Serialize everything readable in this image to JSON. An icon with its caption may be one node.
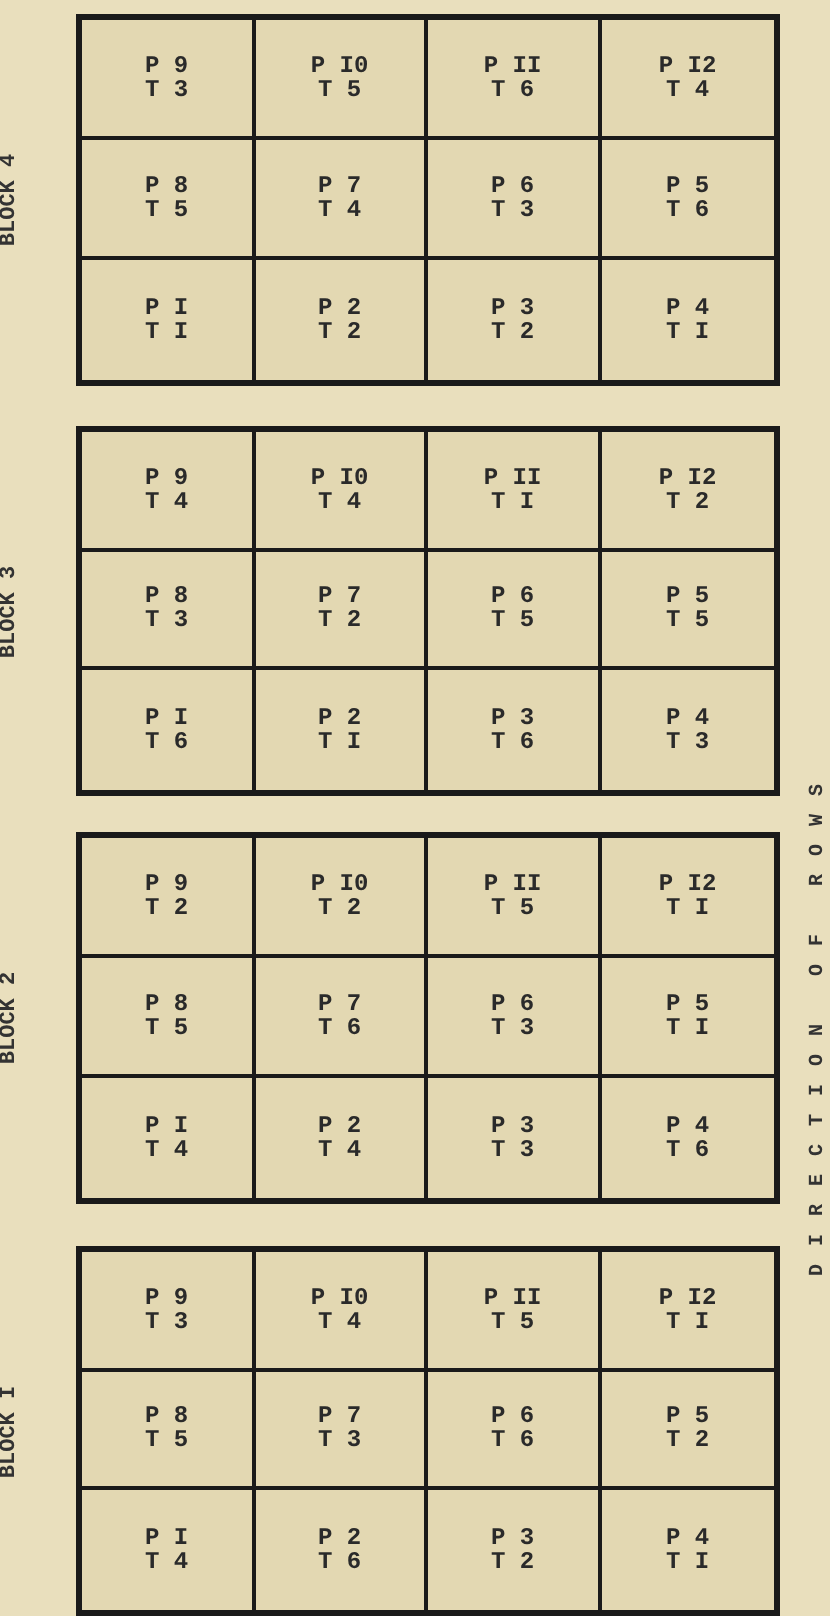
{
  "diagram": {
    "nodes": [
      {
        "text": [
          "BLOCK 4"
        ]
      },
      {
        "text": [
          "P 9",
          "T 3"
        ],
        "in": 0
      },
      {
        "text": [
          "P I0",
          "T 5"
        ],
        "in": 0
      },
      {
        "text": [
          "P II",
          "T 6"
        ],
        "in": 0
      },
      {
        "text": [
          "P I2",
          "T 4"
        ],
        "in": 0
      },
      {
        "text": [
          "P 8",
          "T 5"
        ],
        "in": 0
      },
      {
        "text": [
          "P 7",
          "T 4"
        ],
        "in": 0
      },
      {
        "text": [
          "P 6",
          "T 3"
        ],
        "in": 0
      },
      {
        "text": [
          "P 5",
          "T 6"
        ],
        "in": 0
      },
      {
        "text": [
          "P I",
          "T I"
        ],
        "in": 0
      },
      {
        "text": [
          "P 2",
          "T 2"
        ],
        "in": 0
      },
      {
        "text": [
          "P 3",
          "T 2"
        ],
        "in": 0
      },
      {
        "text": [
          "P 4",
          "T I"
        ],
        "in": 0
      },
      {
        "text": [
          "BLOCK 3"
        ]
      },
      {
        "text": [
          "P 9",
          "T 4"
        ],
        "in": 13
      },
      {
        "text": [
          "P I0",
          "T 4"
        ],
        "in": 13
      },
      {
        "text": [
          "P II",
          "T I"
        ],
        "in": 13
      },
      {
        "text": [
          "P I2",
          "T 2"
        ],
        "in": 13
      },
      {
        "text": [
          "P 8",
          "T 3"
        ],
        "in": 13
      },
      {
        "text": [
          "P 7",
          "T 2"
        ],
        "in": 13
      },
      {
        "text": [
          "P 6",
          "T 5"
        ],
        "in": 13
      },
      {
        "text": [
          "P 5",
          "T 5"
        ],
        "in": 13
      },
      {
        "text": [
          "P I",
          "T 6"
        ],
        "in": 13
      },
      {
        "text": [
          "P 2",
          "T I"
        ],
        "in": 13
      },
      {
        "text": [
          "P 3",
          "T 6"
        ],
        "in": 13
      },
      {
        "text": [
          "P 4",
          "T 3"
        ],
        "in": 13
      },
      {
        "text": [
          "BLOCK 2"
        ]
      },
      {
        "text": [
          "P 9",
          "T 2"
        ],
        "in": 26
      },
      {
        "text": [
          "P I0",
          "T 2"
        ],
        "in": 26
      },
      {
        "text": [
          "P II",
          "T 5"
        ],
        "in": 26
      },
      {
        "text": [
          "P I2",
          "T I"
        ],
        "in": 26
      },
      {
        "text": [
          "P 8",
          "T 5"
        ],
        "in": 26
      },
      {
        "text": [
          "P 7",
          "T 6"
        ],
        "in": 26
      },
      {
        "text": [
          "P 6",
          "T 3"
        ],
        "in": 26
      },
      {
        "text": [
          "P 5",
          "T I"
        ],
        "in": 26
      },
      {
        "text": [
          "P I",
          "T 4"
        ],
        "in": 26
      },
      {
        "text": [
          "P 2",
          "T 4"
        ],
        "in": 26
      },
      {
        "text": [
          "P 3",
          "T 3"
        ],
        "in": 26
      },
      {
        "text": [
          "P 4",
          "T 6"
        ],
        "in": 26
      },
      {
        "text": [
          "BLOCK I"
        ]
      },
      {
        "text": [
          "P 9",
          "T 3"
        ],
        "in": 39
      },
      {
        "text": [
          "P I0",
          "T 4"
        ],
        "in": 39
      },
      {
        "text": [
          "P II",
          "T 5"
        ],
        "in": 39
      },
      {
        "text": [
          "P I2",
          "T I"
        ],
        "in": 39
      },
      {
        "text": [
          "P 8",
          "T 5"
        ],
        "in": 39
      },
      {
        "text": [
          "P 7",
          "T 3"
        ],
        "in": 39
      },
      {
        "text": [
          "P 6",
          "T 6"
        ],
        "in": 39
      },
      {
        "text": [
          "P 5",
          "T 2"
        ],
        "in": 39
      },
      {
        "text": [
          "P I",
          "T 4"
        ],
        "in": 39
      },
      {
        "text": [
          "P 2",
          "T 6"
        ],
        "in": 39
      },
      {
        "text": [
          "P 3",
          "T 2"
        ],
        "in": 39
      },
      {
        "text": [
          "P 4",
          "T I"
        ],
        "in": 39
      }
    ],
    "labels": [
      "DIRECTION OF ROWS"
    ]
  }
}
